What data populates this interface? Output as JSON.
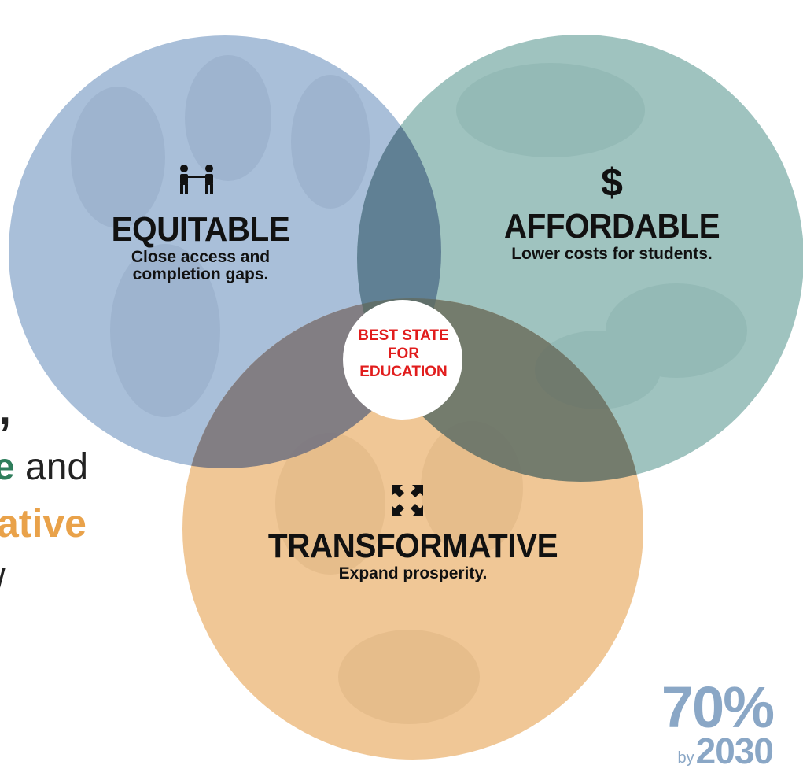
{
  "diagram": {
    "circles": [
      {
        "id": "equitable",
        "title": "EQUITABLE",
        "subtitle_lines": [
          "Close access and",
          "completion gaps."
        ],
        "icon": "two-people-icon",
        "color": "#a9bfd9"
      },
      {
        "id": "affordable",
        "title": "AFFORDABLE",
        "subtitle_lines": [
          "Lower costs for students."
        ],
        "icon": "dollar-sign-icon",
        "icon_text": "$",
        "color": "#9fc3bf"
      },
      {
        "id": "transformative",
        "title": "TRANSFORMATIVE",
        "subtitle_lines": [
          "Expand prosperity."
        ],
        "icon": "expand-arrows-icon",
        "color": "#f0c796"
      }
    ],
    "center": {
      "lines": [
        "BEST STATE",
        "FOR",
        "EDUCATION"
      ],
      "color": "#e11d1d"
    }
  },
  "side_text": {
    "comma": ",",
    "line2_highlight": "e",
    "line2_rest": " and",
    "line3": "ative",
    "line4": "/",
    "colors": {
      "green": "#2e7d5b",
      "orange": "#e9a24a",
      "dark": "#222222"
    }
  },
  "stat": {
    "number": "70%",
    "by": "by",
    "year": "2030",
    "color": "#8aa7c6"
  }
}
